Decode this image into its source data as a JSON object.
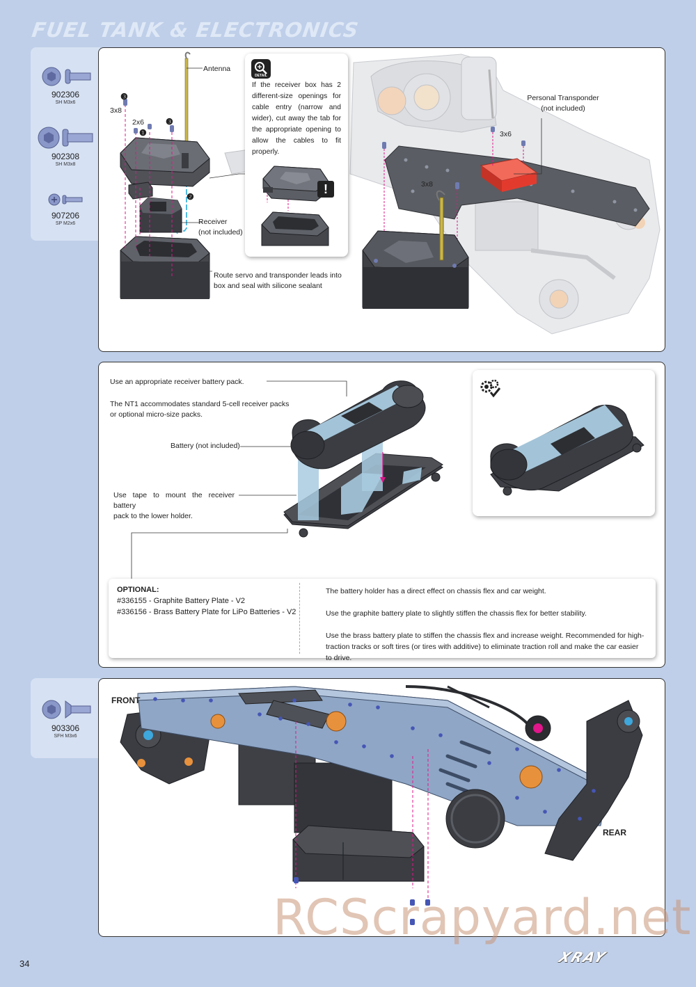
{
  "header": {
    "title": "FUEL TANK & ELECTRONICS"
  },
  "parts_top": [
    {
      "code": "902306",
      "spec": "SH M3x6"
    },
    {
      "code": "902308",
      "spec": "SH M3x8"
    },
    {
      "code": "907206",
      "spec": "SP M2x6"
    }
  ],
  "parts_bottom": [
    {
      "code": "903306",
      "spec": "SFH M3x6"
    }
  ],
  "step1": {
    "antenna": "Antenna",
    "qty_3x8_left": "3x8",
    "qty_2x6": "2x6",
    "marker_1": "❶",
    "marker_2": "❷",
    "marker_3a": "❸",
    "marker_3b": "❸",
    "receiver_line1": "Receiver",
    "receiver_line2": "(not included)",
    "route_line1": "Route servo and transponder leads into",
    "route_line2": "box and seal with silicone sealant",
    "detail_label": "DETAIL",
    "detail_text": "If the receiver box has 2 different-size openings for cable entry (narrow and wider), cut away the tab for the appropriate opening to allow the cables to fit properly.",
    "warning_mark": "!",
    "transponder_line1": "Personal Transponder",
    "transponder_line2": "(not included)",
    "qty_3x6": "3x6",
    "qty_3x8_right": "3x8"
  },
  "step2": {
    "text1": "Use an appropriate receiver battery pack.",
    "text2_line1": "The NT1 accommodates standard 5-cell receiver packs",
    "text2_line2": "or optional micro-size packs.",
    "battery_label": "Battery (not included)",
    "tape_line1": "Use tape to mount the receiver battery",
    "tape_line2": "pack to the lower holder.",
    "optional_title": "OPTIONAL:",
    "optional_items": [
      "#336155 - Graphite Battery Plate - V2",
      "#336156 - Brass Battery Plate for LiPo Batteries - V2"
    ],
    "notes": [
      "The battery holder has a direct effect on chassis flex and car weight.",
      "Use the graphite battery plate to slightly stiffen the chassis flex for better stability.",
      "Use the brass battery plate to stiffen the chassis flex and increase weight. Recommended for high-traction tracks or soft tires (or tires with additive) to eliminate traction roll and make the car easier to drive."
    ]
  },
  "step3": {
    "front": "FRONT",
    "rear": "REAR"
  },
  "footer": {
    "page": "34",
    "brand": "XRAY",
    "watermark": "RCScrapyard.net"
  },
  "colors": {
    "background": "#bfcfe9",
    "sidebar": "#d6e1f3",
    "accent_pink": "#e0168a",
    "chassis_blue": "#8fa6c6",
    "aluminium_orange": "#e8913c",
    "transponder_red": "#e23b2e",
    "tape_blue": "#a9cbe0"
  }
}
